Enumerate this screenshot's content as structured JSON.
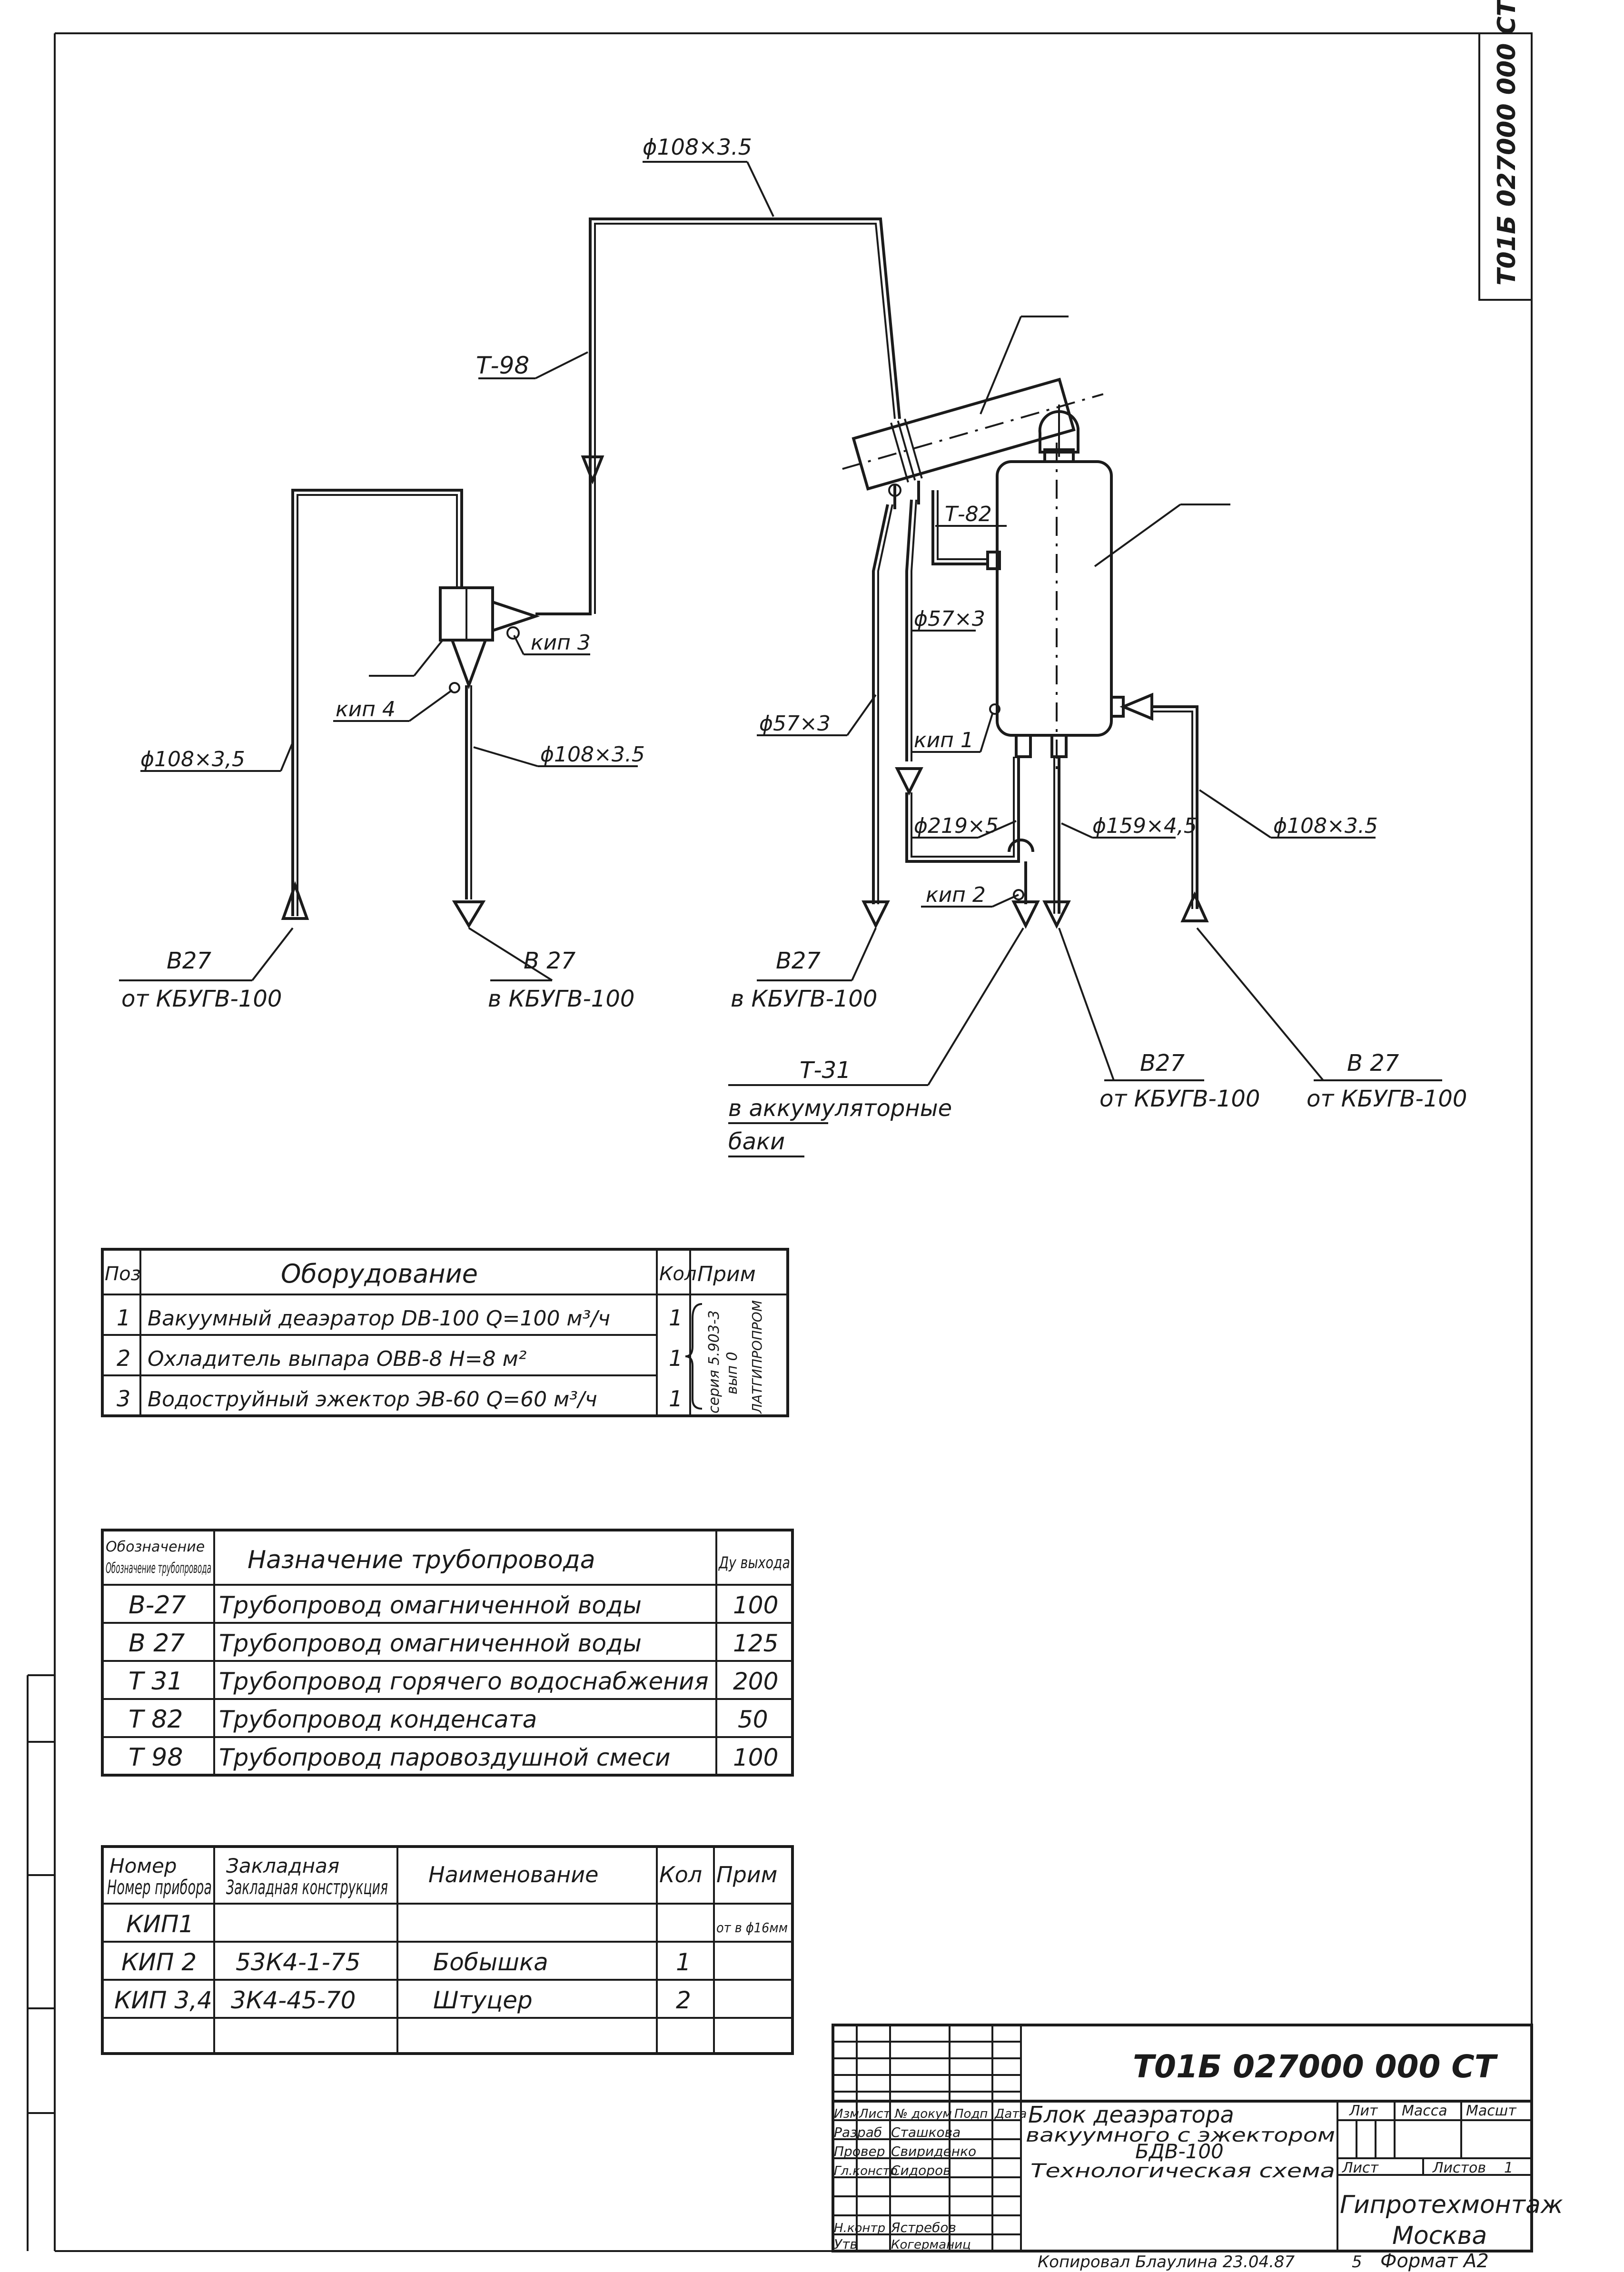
{
  "stamp_code_vertical": "Т01Б 027000 000 СТ",
  "diagram": {
    "labels": {
      "top_pipe": "ϕ108×3.5",
      "t98": "Т-98",
      "kip3": "кип 3",
      "kip4": "кип 4",
      "left_pipe": "ϕ108×3,5",
      "mid_pipe": "ϕ108×3.5",
      "t82": "Т-82",
      "pipe_57_a": "ϕ57×3",
      "pipe_57_b": "ϕ57×3",
      "kip1": "кип 1",
      "pipe_219": "ϕ219×5",
      "pipe_159": "ϕ159×4,5",
      "right_pipe": "ϕ108×3.5",
      "kip2": "кип 2"
    },
    "destinations": [
      {
        "code": "В27",
        "text": "от КБУГВ-100"
      },
      {
        "code": "В 27",
        "text": "в КБУГВ-100"
      },
      {
        "code": "В27",
        "text": "в КБУГВ-100"
      },
      {
        "code": "Т-31",
        "text": "в аккумуляторные",
        "text2": "баки"
      },
      {
        "code": "В27",
        "text": "от КБУГВ-100"
      },
      {
        "code": "В 27",
        "text": "от КБУГВ-100"
      }
    ]
  },
  "equipment_table": {
    "headers": [
      "Поз",
      "Оборудование",
      "Кол",
      "Прим"
    ],
    "rows": [
      [
        "1",
        "Вакуумный деаэратор DВ-100  Q=100 м³/ч",
        "1"
      ],
      [
        "2",
        "Охладитель выпара ОВВ-8  Н=8 м²",
        "1"
      ],
      [
        "3",
        "Водоструйный эжектор ЭВ-60  Q=60 м³/ч",
        "1"
      ]
    ],
    "note_lines": [
      "серия 5.903-3",
      "вып 0",
      "ЛАТГИПРОПРОМ"
    ]
  },
  "pipeline_table": {
    "headers": [
      "Обозначение трубопровода",
      "Назначение трубопровода",
      "Ду выхода"
    ],
    "rows": [
      [
        "В-27",
        "Трубопровод омагниченной воды",
        "100"
      ],
      [
        "В 27",
        "Трубопровод омагниченной воды",
        "125"
      ],
      [
        "Т 31",
        "Трубопровод горячего водоснабжения",
        "200"
      ],
      [
        "Т 82",
        "Трубопровод конденсата",
        "50"
      ],
      [
        "Т 98",
        "Трубопровод паровоздушной смеси",
        "100"
      ]
    ]
  },
  "kip_table": {
    "headers": [
      "Номер прибора",
      "Закладная конструкция",
      "Наименование",
      "Кол",
      "Прим"
    ],
    "rows": [
      [
        "КИП1",
        "",
        "",
        "",
        "от в ϕ16мм"
      ],
      [
        "КИП 2",
        "53К4-1-75",
        "Бобышка",
        "1",
        ""
      ],
      [
        "КИП 3,4",
        "3К4-45-70",
        "Штуцер",
        "2",
        ""
      ],
      [
        "",
        "",
        "",
        "",
        ""
      ]
    ]
  },
  "title_block": {
    "code": "Т01Б 027000 000 СТ",
    "header_cells": [
      "Изм",
      "Лист",
      "№ докум",
      "Подп",
      "Дата"
    ],
    "roles": [
      {
        "role": "Разраб",
        "name": "Сташкова"
      },
      {
        "role": "Провер",
        "name": "Свириденко"
      },
      {
        "role": "Гл.констр",
        "name": "Сидоров"
      },
      {
        "role": "",
        "name": ""
      },
      {
        "role": "Н.контр",
        "name": "Ястребов"
      },
      {
        "role": "Утв",
        "name": "Когерманиц"
      }
    ],
    "title_lines": [
      "Блок деаэратора",
      "вакуумного с эжектором",
      "БДВ-100",
      "Технологическая схема"
    ],
    "lit": "Лит",
    "mass": "Масса",
    "scale": "Масшт",
    "sheet": "Лист",
    "sheets": "Листов",
    "sheets_value": "1",
    "org": "Гипротехмонтаж",
    "city": "Москва"
  },
  "footer": {
    "copied": "Копировал Блаулина 23.04.87",
    "number": "5",
    "format": "Формат А2"
  }
}
